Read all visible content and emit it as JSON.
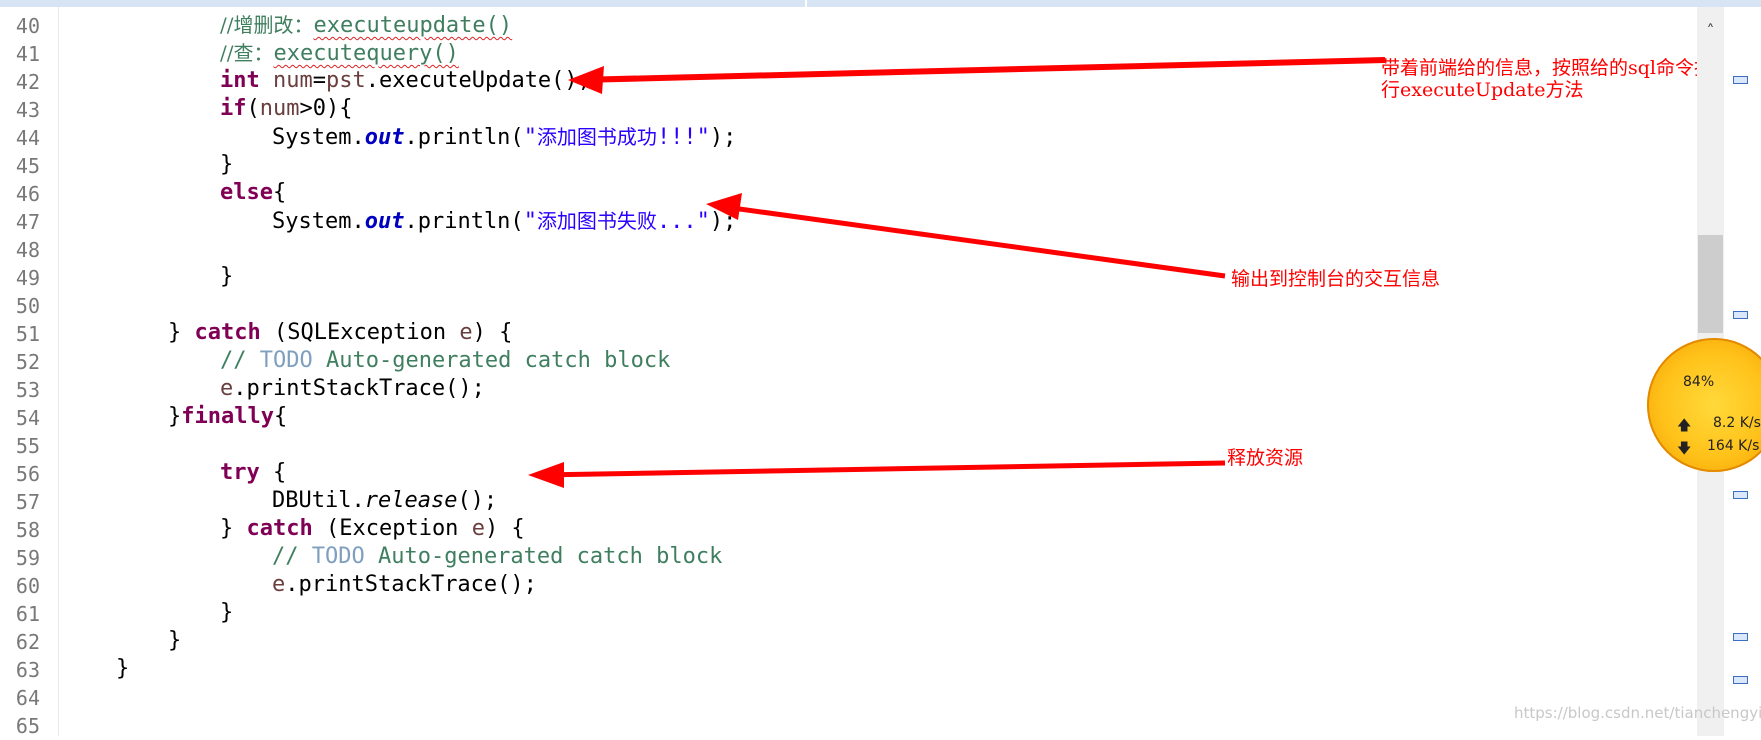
{
  "editor": {
    "line_numbers": [
      "40",
      "41",
      "42",
      "43",
      "44",
      "45",
      "46",
      "47",
      "48",
      "49",
      "50",
      "51",
      "52",
      "53",
      "54",
      "55",
      "56",
      "57",
      "58",
      "59",
      "60",
      "61",
      "62",
      "63",
      "64",
      "65"
    ],
    "code": {
      "l40_comment": "//增删改：",
      "l40_method": "executeupdate()",
      "l41_comment": "//查：",
      "l41_method": "executequery()",
      "l42_kw": "int",
      "l42_var": "num",
      "l42_eq": "=",
      "l42_obj": "pst",
      "l42_call": ".executeUpdate();",
      "l43_kw": "if",
      "l43_open": "(",
      "l43_var": "num",
      "l43_rest": ">0){",
      "l44_sys": "System.",
      "l44_out": "out",
      "l44_print": ".println(",
      "l44_q1": "\"",
      "l44_str": "添加图书成功",
      "l44_strtail": "!!!\"",
      "l44_end": ");",
      "l45": "}",
      "l46_kw": "else",
      "l46_brace": "{",
      "l47_sys": "System.",
      "l47_out": "out",
      "l47_print": ".println(",
      "l47_q1": "\"",
      "l47_str": "添加图书失败",
      "l47_strtail": "...\"",
      "l47_end": ");",
      "l49": "}",
      "l51_close": "} ",
      "l51_kw": "catch",
      "l51_mid": " (SQLException ",
      "l51_var": "e",
      "l51_end": ") {",
      "l52_cmt": "// ",
      "l52_todo": "TODO",
      "l52_rest": " Auto-generated catch block",
      "l53_var": "e",
      "l53_rest": ".printStackTrace();",
      "l54_close": "}",
      "l54_kw": "finally",
      "l54_brace": "{",
      "l56_kw": "try",
      "l56_brace": " {",
      "l57_cls": "DBUtil.",
      "l57_method": "release",
      "l57_end": "();",
      "l58_close": "} ",
      "l58_kw": "catch",
      "l58_mid": " (Exception ",
      "l58_var": "e",
      "l58_end": ") {",
      "l59_cmt": "// ",
      "l59_todo": "TODO",
      "l59_rest": " Auto-generated catch block",
      "l60_var": "e",
      "l60_rest": ".printStackTrace();",
      "l61": "}",
      "l62": "}",
      "l63": "}"
    }
  },
  "annotations": {
    "note1_line1": "带着前端给的信息，按照给的sql命令执",
    "note1_line2": "行executeUpdate方法",
    "note2": "输出到控制台的交互信息",
    "note3": "释放资源",
    "arrow_color": "#ff0000"
  },
  "scrollbar": {
    "up_glyph": "˄"
  },
  "net_widget": {
    "cpu": "84%",
    "up_glyph": "🡅",
    "up_rate": "8.2 K/s",
    "down_glyph": "🡇",
    "down_rate": "164 K/s"
  },
  "watermark": "https://blog.csdn.net/tianchengyiyi",
  "colors": {
    "keyword": "#7f0055",
    "string": "#2a00ff",
    "comment": "#3f7f5f",
    "field": "#0000c0",
    "annotation": "#ff0000"
  }
}
